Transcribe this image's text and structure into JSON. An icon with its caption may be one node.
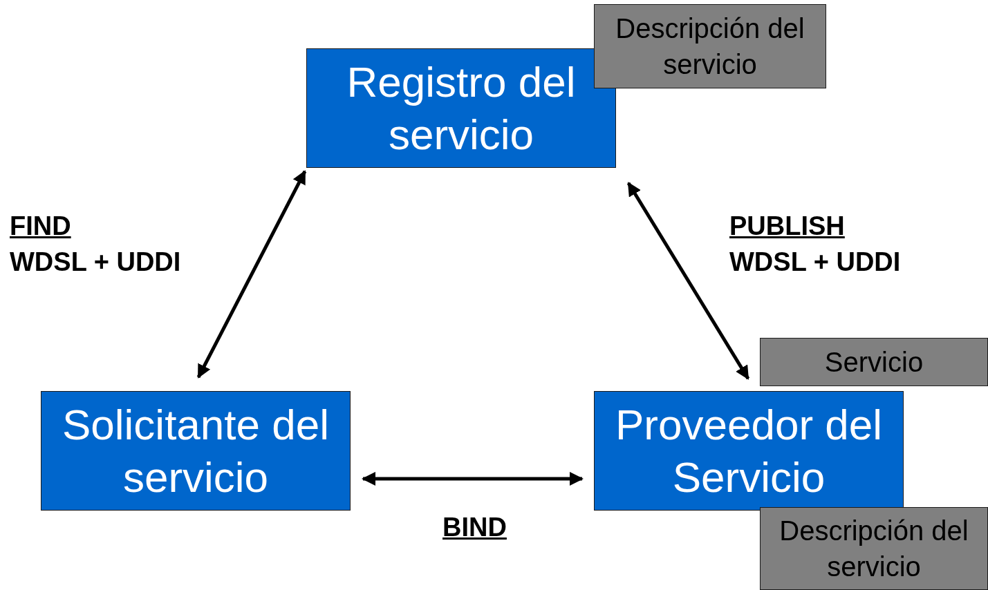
{
  "diagram": {
    "nodes": [
      {
        "text": [
          "Registro del servicio"
        ]
      },
      {
        "text": [
          "Descripción del servicio"
        ]
      },
      {
        "text": [
          "Solicitante del servicio"
        ]
      },
      {
        "text": [
          "Proveedor del Servicio"
        ]
      },
      {
        "text": [
          "Servicio"
        ]
      },
      {
        "text": [
          "Descripción del servicio"
        ]
      }
    ],
    "edges": [
      {
        "from": 2,
        "to": 0,
        "arrow": "both"
      },
      {
        "from": 0,
        "to": 3,
        "arrow": "both"
      },
      {
        "from": 2,
        "to": 3,
        "arrow": "both"
      }
    ],
    "labels": [
      "FIND",
      "WDSL + UDDI",
      "PUBLISH",
      "WDSL + UDDI",
      "BIND"
    ]
  }
}
